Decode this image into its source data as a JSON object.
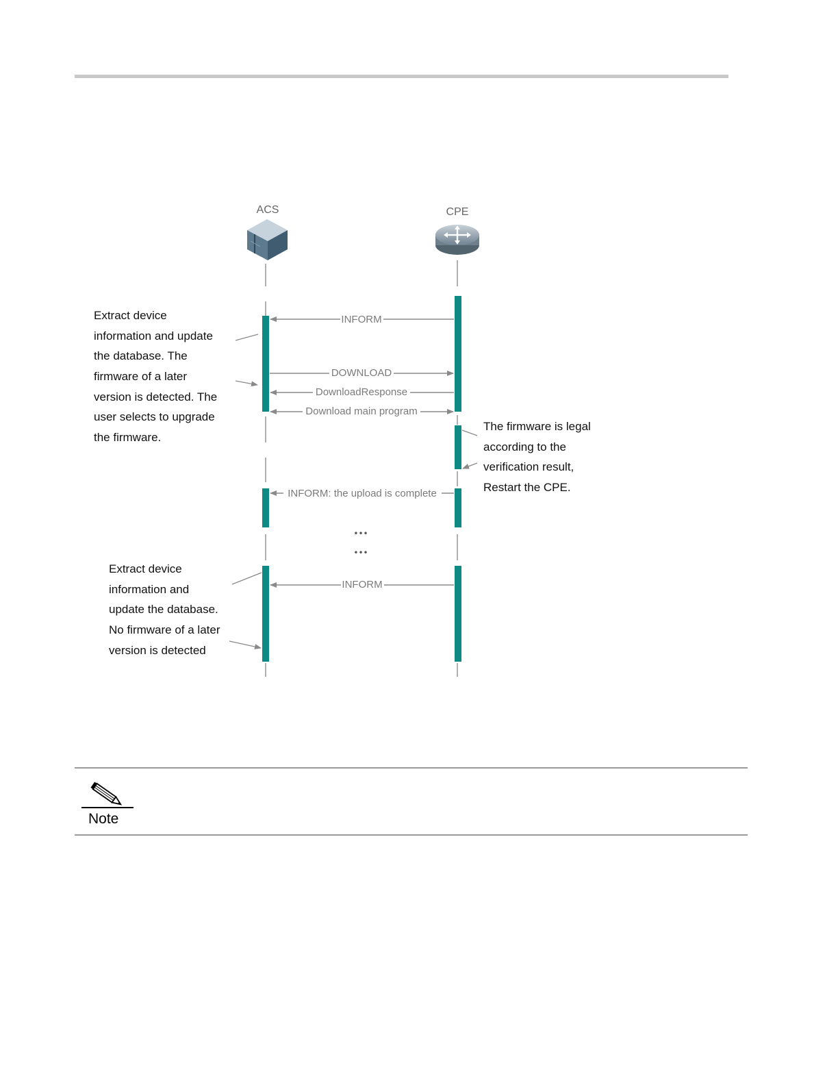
{
  "diagram": {
    "acs_label": "ACS",
    "cpe_label": "CPE",
    "messages": [
      "INFORM",
      "DOWNLOAD",
      "DownloadResponse",
      "Download main program",
      "INFORM: the upload is complete",
      "INFORM"
    ],
    "ellipsis": [
      "•••",
      "•••"
    ],
    "annotation_left_1": [
      "Extract device",
      "information and update",
      "the database. The",
      "firmware of a later",
      "version is detected. The",
      "user selects to upgrade",
      "the firmware."
    ],
    "annotation_right": [
      "The firmware is legal",
      "according to the",
      "verification result,",
      "Restart the CPE."
    ],
    "annotation_left_2": [
      "Extract device",
      "information and",
      "update the database.",
      "No firmware of a later",
      "version is detected"
    ]
  },
  "note": {
    "label": "Note"
  },
  "colors": {
    "activation": "#0e8a84",
    "lifeline": "#b0b0b0",
    "arrow": "#8a8a8a",
    "header_rule": "#c8c8c8"
  }
}
